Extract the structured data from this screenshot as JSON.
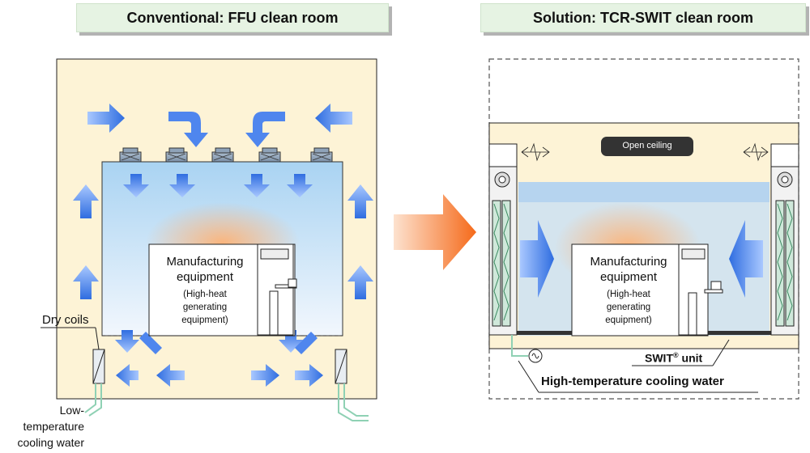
{
  "left": {
    "title": "Conventional: FFU clean room",
    "equipment_title": "Manufacturing equipment",
    "equipment_sub": "(High-heat generating equipment)",
    "dry_coils_label": "Dry coils",
    "cooling_water_label": "Low-temperature cooling water"
  },
  "right": {
    "title": "Solution: TCR-SWIT clean room",
    "open_ceiling_label": "Open ceiling",
    "equipment_title": "Manufacturing equipment",
    "equipment_sub": "(High-heat generating equipment)",
    "swit_unit_label": "SWIT",
    "swit_unit_reg": "®",
    "swit_unit_suffix": " unit",
    "cooling_water_label": "High-temperature cooling water"
  },
  "colors": {
    "room_fill": "#fdf3d6",
    "arrow_blue": "#4f86ee",
    "transition_arrow": "#f58a4a",
    "coil_green": "#8fd1b4"
  }
}
